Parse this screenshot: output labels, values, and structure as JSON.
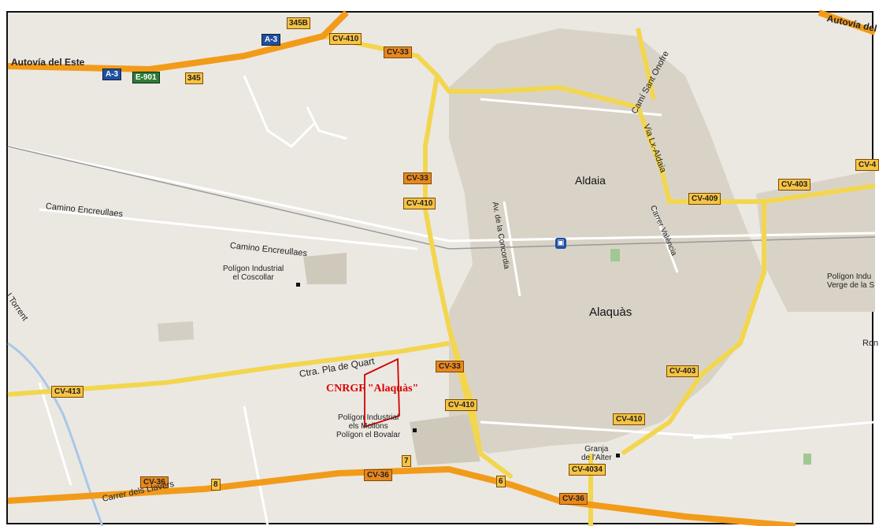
{
  "map": {
    "highways": {
      "autovia_este": "Autovía del Este",
      "autovia_right": "Autovía del",
      "a3_a": "A-3",
      "a3_b": "A-3",
      "e901": "E-901",
      "exit_345": "345",
      "exit_345b": "345B",
      "exit_8": "8",
      "exit_7": "7",
      "exit_6": "6"
    },
    "roads": {
      "cv410_top": "CV-410",
      "cv33_top": "CV-33",
      "cv33_mid": "CV-33",
      "cv410_mid": "CV-410",
      "cv33_low": "CV-33",
      "cv410_low": "CV-410",
      "cv410_right": "CV-410",
      "cv409": "CV-409",
      "cv403_a": "CV-403",
      "cv403_b": "CV-403",
      "cv4_edge": "CV-4",
      "cv413": "CV-413",
      "cv36_a": "CV-36",
      "cv36_b": "CV-36",
      "cv36_c": "CV-36",
      "cv4034": "CV-4034"
    },
    "streets": {
      "camino1": "Camino Encreullaes",
      "camino2": "Camino Encreullaes",
      "ctra": "Ctra. Pla de Quart",
      "av_concordia": "Av. de la Concordia",
      "cami_sant_onofre": "Camí Sant Onofre",
      "via_lx": "Via Lx-Aldaia",
      "carrer_valencia": "Carrer València",
      "torrent": "l Torrent",
      "carrer_dels": "Carrer dels Llavers",
      "ron": "Ron"
    },
    "places": {
      "aldaia": "Aldaia",
      "alaquas": "Alaquàs",
      "coscollar": "Polígon Industrial\nel Coscollar",
      "mollons": "Polígon Industrial\nels Mollons\nPolígon el Bovalar",
      "granja": "Granja\nde l'Alter",
      "verge": "Polígon Indu\nVerge de la S"
    },
    "site_label": "CNRGF \"Alaquàs\""
  },
  "colors": {
    "background": "#ebe8e2",
    "urban": "#d9d3c7",
    "motorway": "#f29b1a",
    "major_road": "#f3d64f",
    "site": "#d00000"
  }
}
